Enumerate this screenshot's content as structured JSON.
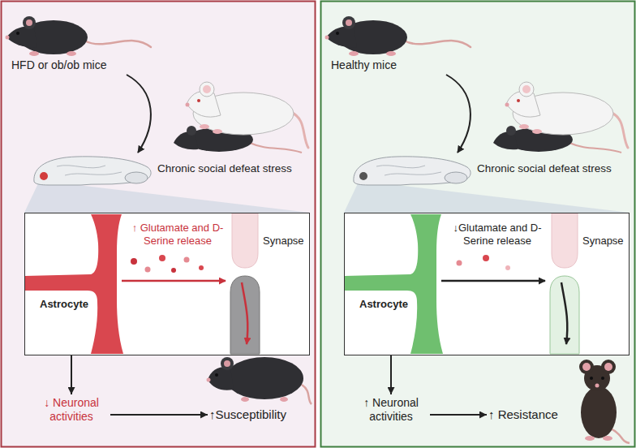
{
  "diagram": {
    "nodes": [
      {
        "text": [
          "↑ Glutamate and D-Serine release",
          "Synapse",
          "Astrocyte"
        ]
      },
      {
        "text": [
          "↓ Neuronal activities"
        ]
      },
      {
        "text": [
          "↑Susceptibility"
        ]
      },
      {
        "text": [
          "↓Glutamate and D-Serine release",
          "Synapse",
          "Astrocyte"
        ]
      },
      {
        "text": [
          "↑ Neuronal activities"
        ]
      },
      {
        "text": [
          "↑ Resistance"
        ]
      }
    ],
    "edges": [
      {
        "from": 0,
        "to": 1,
        "arrow": "to"
      },
      {
        "from": 1,
        "to": 2,
        "arrow": "to"
      },
      {
        "from": 3,
        "to": 4,
        "arrow": "to"
      },
      {
        "from": 4,
        "to": 5,
        "arrow": "to"
      }
    ],
    "labels": [
      "HFD or ob/ob mice",
      "Chronic social defeat stress",
      "Healthy mice",
      "Chronic social defeat stress"
    ]
  }
}
